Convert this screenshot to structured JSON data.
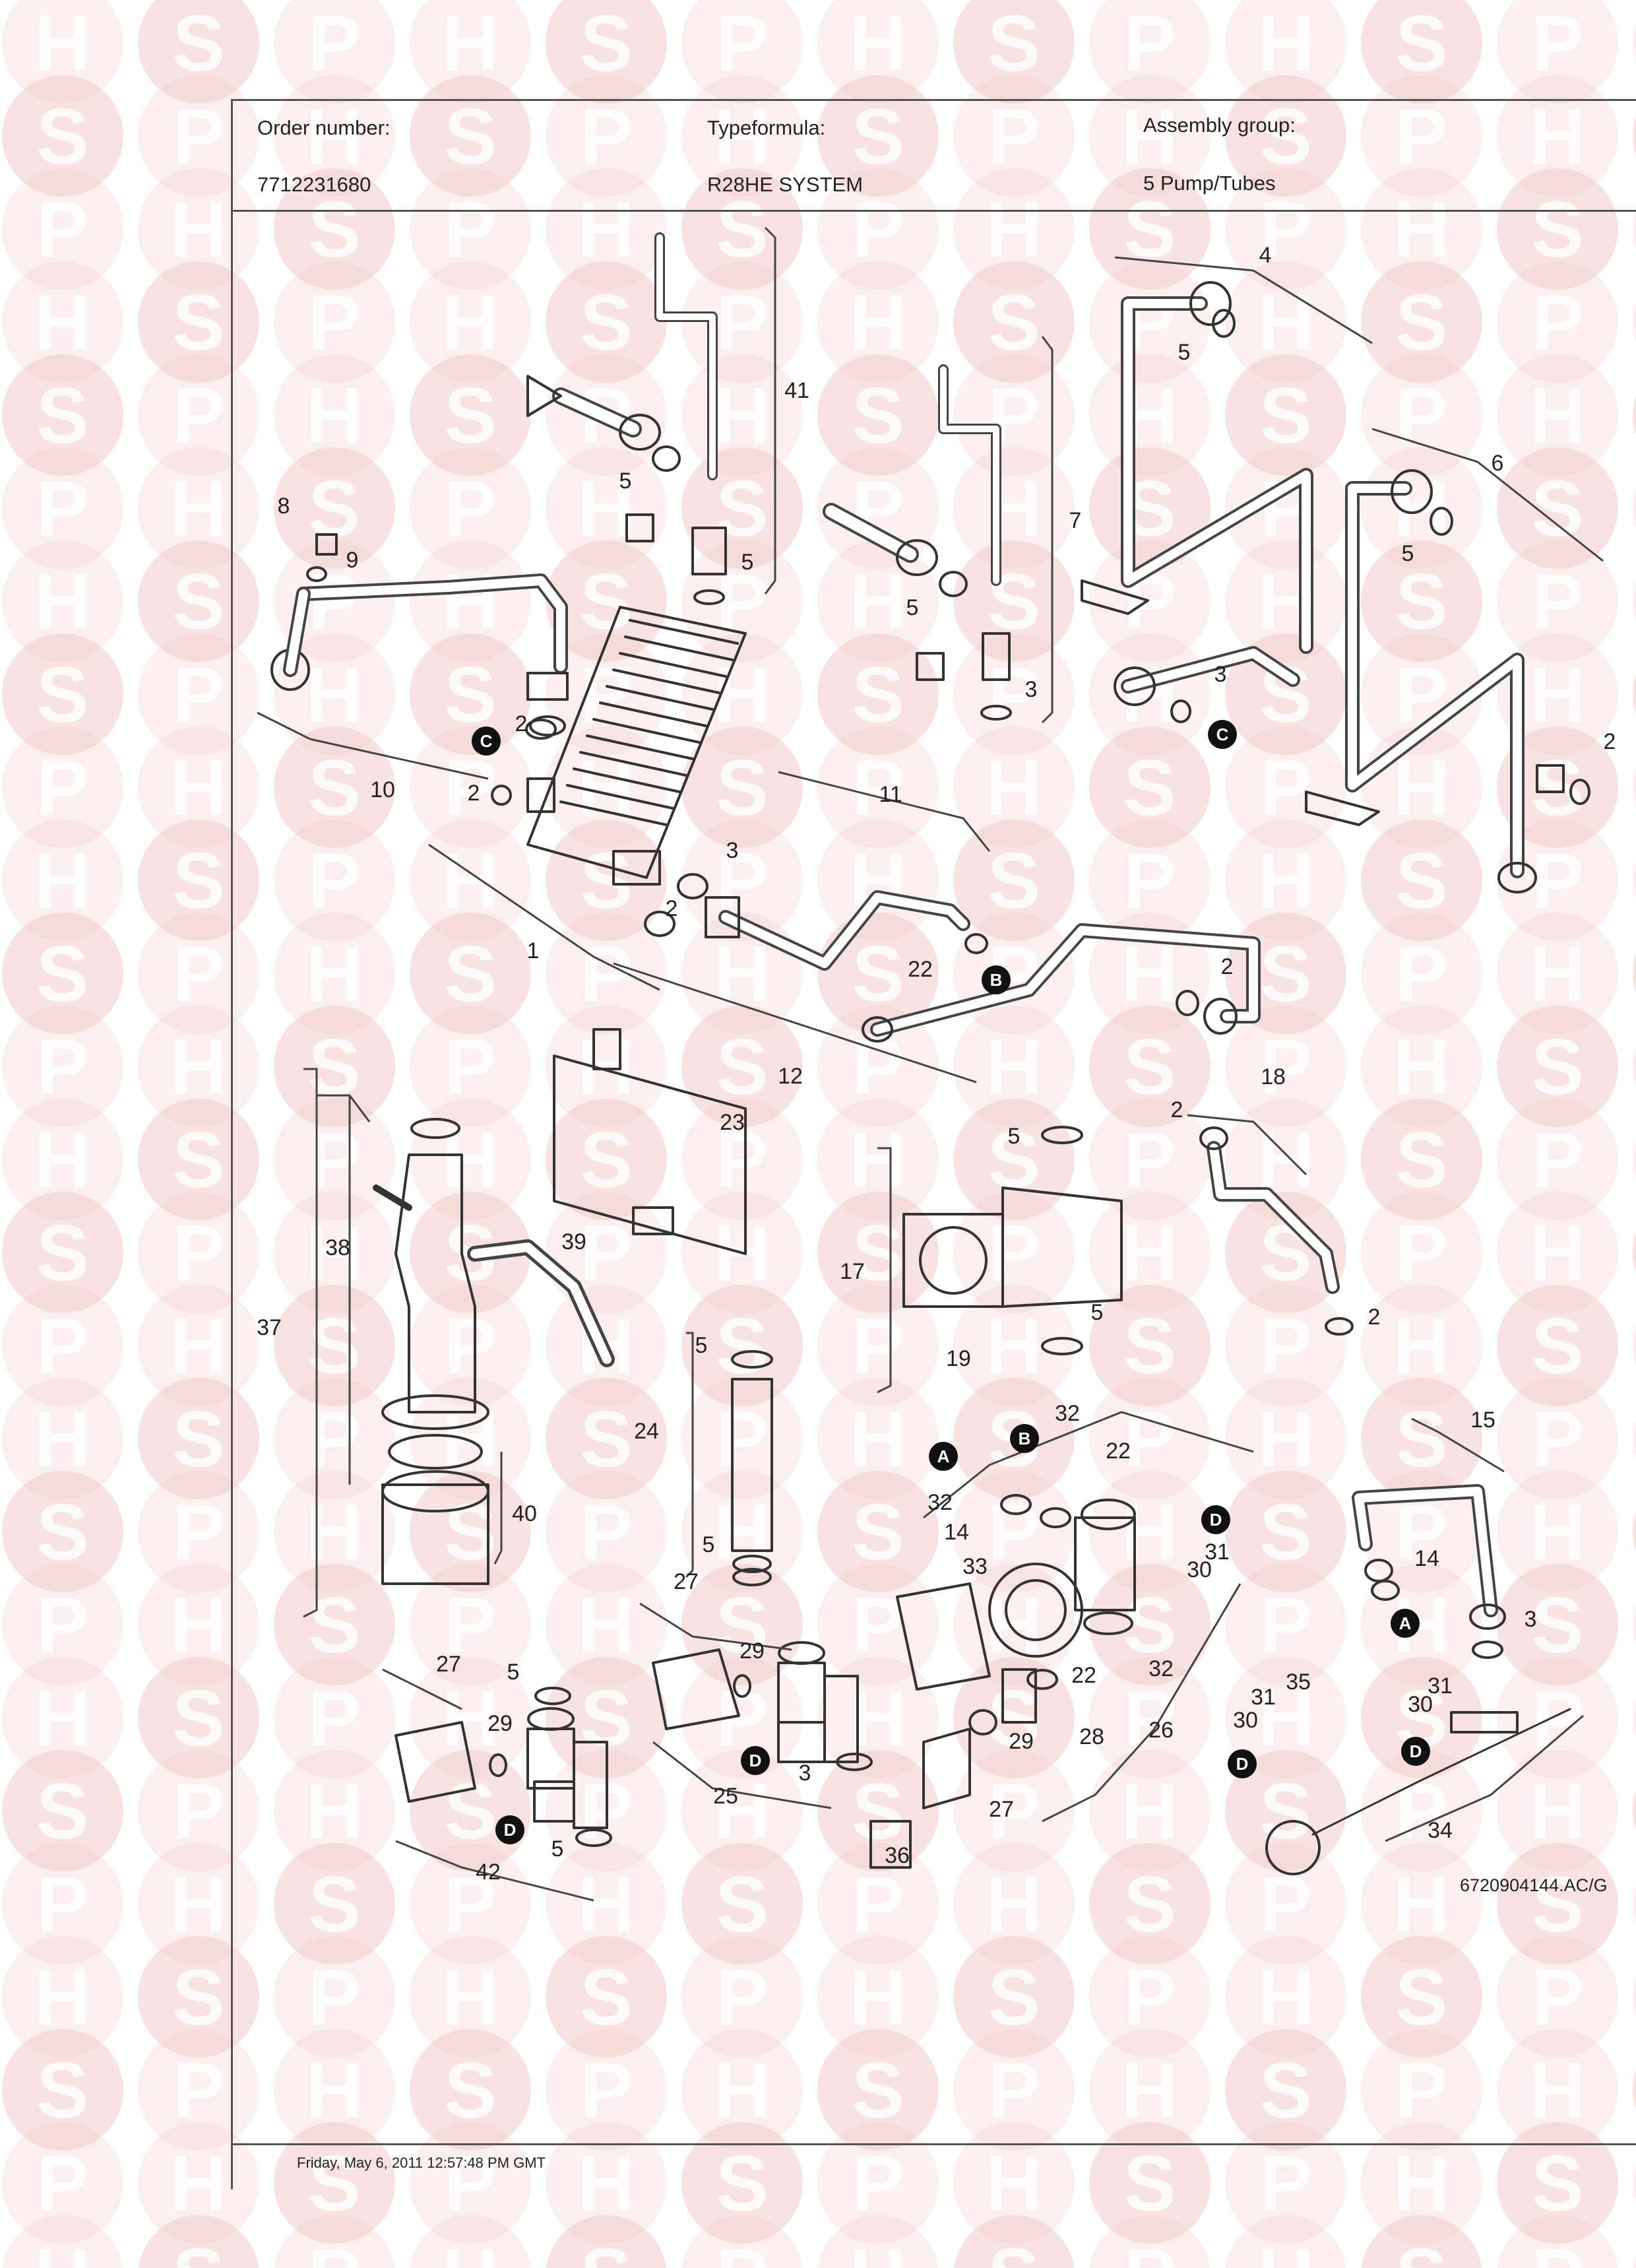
{
  "header": {
    "order_label": "Order number:",
    "order_value": "7712231680",
    "type_label": "Typeformula:",
    "type_value": "R28HE SYSTEM",
    "group_label": "Assembly group:",
    "group_value": "5 Pump/Tubes"
  },
  "watermark": {
    "letters": [
      "H",
      "S",
      "P"
    ],
    "color": "#f3caca"
  },
  "callouts": [
    "1",
    "2",
    "3",
    "4",
    "5",
    "6",
    "7",
    "8",
    "9",
    "10",
    "11",
    "12",
    "14",
    "15",
    "17",
    "18",
    "19",
    "22",
    "23",
    "24",
    "25",
    "26",
    "27",
    "28",
    "29",
    "30",
    "31",
    "32",
    "33",
    "34",
    "35",
    "36",
    "37",
    "38",
    "39",
    "40",
    "41",
    "42"
  ],
  "markers": [
    "A",
    "B",
    "C",
    "D"
  ],
  "document_code": "6720904144.AC/G",
  "footer": {
    "date": "Friday, May 6, 2011 12:57:48 PM GMT"
  }
}
